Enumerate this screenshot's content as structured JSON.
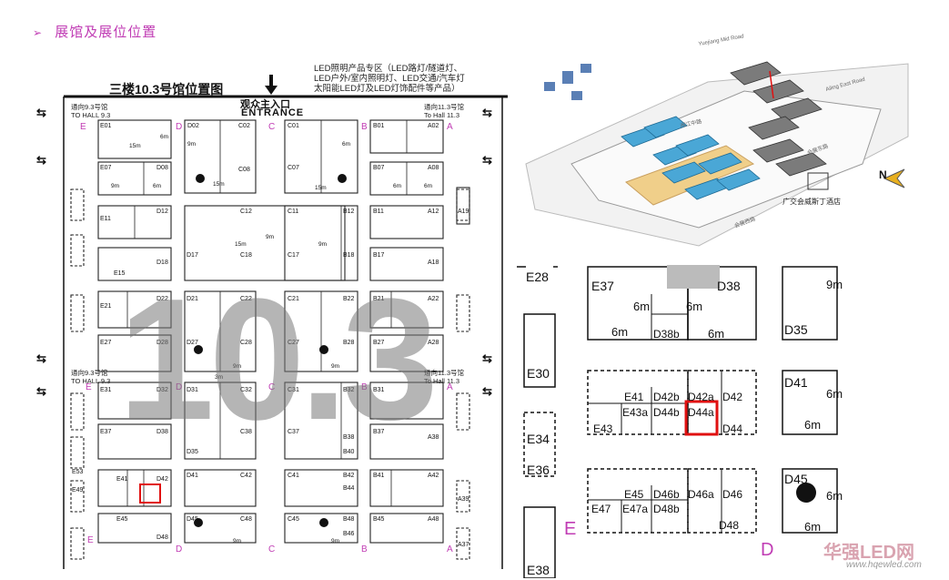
{
  "heading": {
    "arrow": "➢",
    "text": "展馆及展位位置"
  },
  "map": {
    "title": "三楼10.3号馆位置图",
    "led_note": [
      "LED照明产品专区（LED路灯/隧道灯、",
      "LED户外/室内照明灯、LED交通/汽车灯",
      "太阳能LED灯及LED灯饰配件等产品）"
    ],
    "entrance_cn": "观众主入口",
    "entrance_en": "ENTRANCE",
    "hall_number": "10.3",
    "nav_left_top": [
      "通向9.3号馆",
      "TO HALL 9.3"
    ],
    "nav_right_top": [
      "通向11.3号馆",
      "To Hall 11.3"
    ],
    "nav_left_mid": [
      "通向9.3号馆",
      "TO HALL 9.3"
    ],
    "nav_right_mid": [
      "通向11.3号馆",
      "To Hall 11.3"
    ],
    "column_letters": [
      "E",
      "D",
      "C",
      "B",
      "A"
    ],
    "booths": [
      "E01",
      "D02",
      "C02",
      "C01",
      "B01",
      "A02",
      "E07",
      "D08",
      "C08",
      "C07",
      "B07",
      "A08",
      "E11",
      "D12",
      "C12",
      "C11",
      "B12",
      "B11",
      "A12",
      "E15",
      "D18",
      "D17",
      "C18",
      "C17",
      "B18",
      "B17",
      "A18",
      "E21",
      "D22",
      "D21",
      "C22",
      "C21",
      "B22",
      "B21",
      "A22",
      "E27",
      "D28",
      "D27",
      "C28",
      "C27",
      "B28",
      "B27",
      "A28",
      "E31",
      "D32",
      "D31",
      "C32",
      "C31",
      "B32",
      "B31",
      "E37",
      "D38",
      "D35",
      "C38",
      "C37",
      "B38",
      "B37",
      "A38",
      "E41",
      "D42",
      "D41",
      "C42",
      "C41",
      "B42",
      "B41",
      "A42",
      "E45",
      "D48",
      "D45",
      "C48",
      "C45",
      "B48",
      "B45",
      "A48",
      "E49",
      "E53",
      "B40",
      "B44",
      "B46",
      "A37",
      "A39",
      "A19"
    ],
    "area_labels": [
      "6m",
      "9m",
      "15m",
      "3m"
    ]
  },
  "zoom": {
    "booths": [
      "E28",
      "E37",
      "D38",
      "D38b",
      "D35",
      "E30",
      "D41",
      "E41",
      "D42b",
      "D42a",
      "D42",
      "E43a",
      "E43",
      "D44b",
      "D44a",
      "D44",
      "E34",
      "E36",
      "E45",
      "D46b",
      "D46a",
      "D46",
      "E47",
      "E47a",
      "D48b",
      "D48",
      "D45",
      "E38"
    ],
    "area_labels": [
      "6m",
      "9m"
    ],
    "column_letters": [
      "E",
      "D"
    ]
  },
  "venue": {
    "label": "广交会威斯丁酒店",
    "compass_letter": "N",
    "road_labels": [
      "Yuejiang Mid Road",
      "阅江中路",
      "Ailing East Road",
      "会展东路",
      "会展西路"
    ]
  },
  "watermark": {
    "brand": "华强LED网",
    "url": "www.hqewled.com"
  },
  "colors": {
    "heading": "#c03cb4",
    "highlight": "#e01010",
    "letter": "#c03cb4",
    "venue_blue": "#4aa7d6",
    "hall_gray": "#7b7b7b"
  }
}
